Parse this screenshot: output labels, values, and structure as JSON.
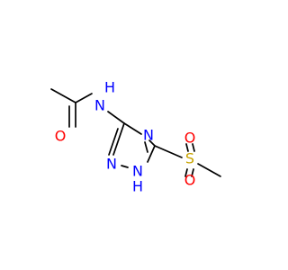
{
  "colors": {
    "nitrogen": "#0000ff",
    "oxygen": "#ff0000",
    "sulfur": "#c8a400",
    "carbon_bond": "#000000",
    "background": "#ffffff"
  },
  "atoms": {
    "amide_n": "N",
    "amide_h": "H",
    "carbonyl_o": "O",
    "ring_n_top": "N",
    "ring_n_left": "N",
    "ring_n_bottom": "N",
    "ring_nh_h": "H",
    "sulfur": "S",
    "sulfonyl_o_top": "O",
    "sulfonyl_o_bottom": "O"
  }
}
